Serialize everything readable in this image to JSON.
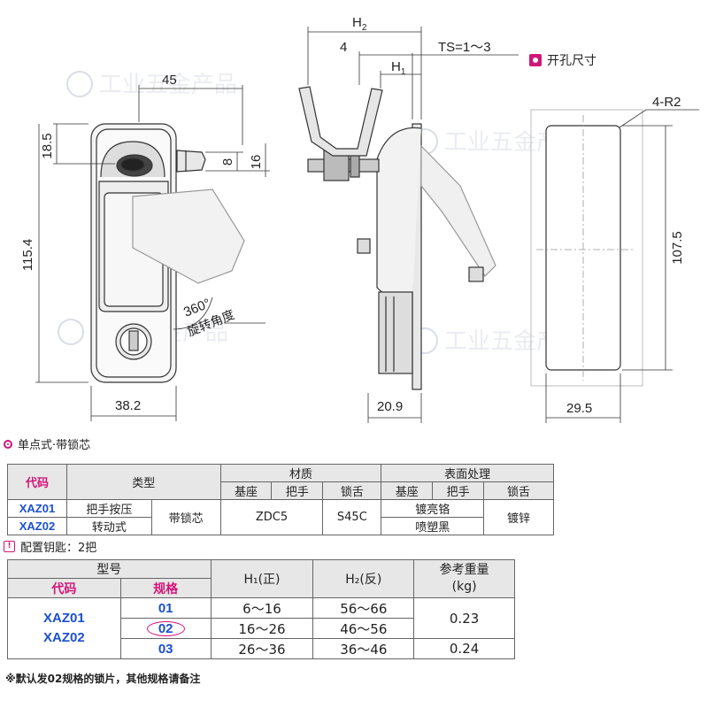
{
  "drawing": {
    "front_dims": {
      "d45": "45",
      "d18_5": "18.5",
      "d8": "8",
      "d16": "16",
      "d115_4": "115.4",
      "d38_2": "38.2"
    },
    "rotation": {
      "angle": "360°",
      "label": "旋转角度"
    },
    "side_dims": {
      "h2": "H",
      "h2_sub": "2",
      "d4": "4",
      "ts": "TS=1～3",
      "h1": "H",
      "h1_sub": "1",
      "d20_9": "20.9"
    },
    "hole": {
      "title": "开孔尺寸",
      "r": "4-R2",
      "d107_5": "107.5",
      "d29_5": "29.5"
    },
    "watermark": "工业五金产品"
  },
  "section1": {
    "title": "单点式·带锁芯",
    "headers": {
      "code": "代码",
      "type": "类型",
      "material": "材质",
      "surface": "表面处理",
      "base": "基座",
      "handle": "把手",
      "tongue": "锁舌"
    },
    "rows": [
      {
        "code1": "XAZ01",
        "code2": "XAZ02",
        "type_a": "把手按压",
        "type_b": "转动式",
        "type_c": "带锁芯",
        "mat_base_handle": "ZDC5",
        "mat_tongue": "S45C",
        "surf1": "镀亮铬",
        "surf2": "喷塑黑",
        "surf_tongue": "镀锌"
      }
    ],
    "colors": {
      "accent": "#d1167a",
      "code": "#1a4fd0"
    }
  },
  "section2": {
    "note": "配置钥匙：2把",
    "headers": {
      "model": "型号",
      "code": "代码",
      "spec": "规格",
      "h1": "H₁(正)",
      "h2": "H₂(反)",
      "weight": "参考重量",
      "weight_unit": "(kg)"
    },
    "codes": [
      "XAZ01",
      "XAZ02"
    ],
    "rows": [
      {
        "spec": "01",
        "h1": "6～16",
        "h2": "56～66"
      },
      {
        "spec": "02",
        "h1": "16～26",
        "h2": "46～56"
      },
      {
        "spec": "03",
        "h1": "26～36",
        "h2": "36～46"
      }
    ],
    "weights": [
      "0.23",
      "0.24"
    ],
    "footnote": "※默认发02规格的锁片，其他规格请备注"
  }
}
